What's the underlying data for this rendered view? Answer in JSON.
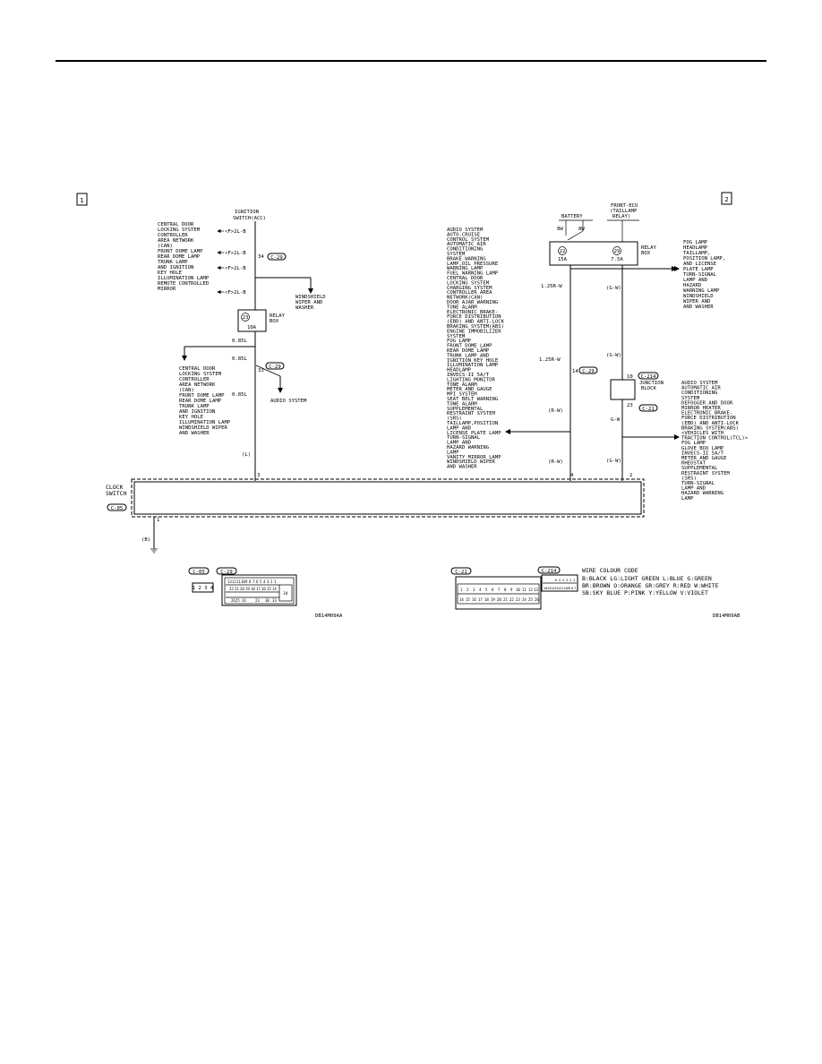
{
  "page": {
    "section_left": "1",
    "section_right": "2"
  },
  "left": {
    "ignition_label": [
      "IGNITION",
      "SWITCH(ACC)"
    ],
    "fusible_label": "<F>2L-B",
    "connector_c29": "C-29",
    "pin_34": "34",
    "pin_33": "33",
    "pin_3": "3",
    "relay_box_fuse": "23",
    "relay_box_amp": "10A",
    "relay_box_label": [
      "RELAY",
      "BOX"
    ],
    "wire_085l": "0.85L",
    "wire_l": "(L)",
    "wire_b": "(B)",
    "windshield": [
      "WINDSHIELD",
      "WIPER AND",
      "WASHER"
    ],
    "audio_system": "AUDIO SYSTEM",
    "list_top": [
      "CENTRAL DOOR",
      "LOCKING SYSTEM",
      "CONTROLLER",
      "AREA NETWORK",
      "(CAN)",
      "FRONT DOME LAMP",
      "REAR DOME LAMP",
      "TRUNK LAMP",
      "AND IGNITION",
      "KEY HOLE",
      "ILLUMINATION LAMP",
      "REMOTE CONTROLLED",
      "MIRROR"
    ],
    "list_bottom": [
      "CENTRAL DOOR",
      "LOCKING SYSTEM",
      "CONTROLLER",
      "AREA NETWORK",
      "(CAN)",
      "FRONT DOME LAMP",
      "REAR DOME LAMP",
      "TRUNK LAMP",
      "AND IGNITION",
      "KEY HOLE",
      "ILLUMINATION LAMP",
      "WINDSHIELD WIPER",
      "AND WASHER"
    ]
  },
  "clock": {
    "label": [
      "CLOCK",
      "SWITCH"
    ],
    "connector": "C-05",
    "pin_1": "1",
    "pin_4": "4",
    "pin_2": "2"
  },
  "right": {
    "battery": "BATTERY",
    "front_ecu": [
      "FRONT-ECU",
      "(TAILLAMP",
      "RELAY)"
    ],
    "w8w_1": "8W",
    "w8w_2": "8W",
    "fuse_22": "22",
    "fuse_22_amp": "15A",
    "fuse_29": "29",
    "fuse_29_amp": "7.5A",
    "relay_box_label": [
      "RELAY",
      "BOX"
    ],
    "wire_125rw": "1.25R-W",
    "wire_rw": "(R-W)",
    "wire_gw": "(G-W)",
    "wire_gw_plain": "G-W",
    "pin_14": "14",
    "pin_10": "10",
    "pin_23": "23",
    "conn_c29": "C-29",
    "conn_c214": "C-214",
    "conn_c21": "C-21",
    "junction": [
      "JUNCTION",
      "BLOCK"
    ],
    "list_center": [
      "AUDIO SYSTEM",
      "AUTO-CRUISE",
      "CONTROL SYSTEM",
      "AUTOMATIC AIR",
      "CONDITIONING",
      "SYSTEM",
      "BRAKE WARNING",
      "LAMP,OIL PRESSURE",
      "WARNING LAMP",
      "FUEL WARNING LAMP",
      "CENTRAL DOOR",
      "LOCKING SYSTEM",
      "CHARGING SYSTEM",
      "CONTROLLER AREA",
      "NETWORK(CAN)",
      "DOOR AJAR WARNING",
      "TONE ALARM",
      "ELECTRONIC BRAKE-",
      "FORCE DISTRIBUTION",
      "(EBD) AND ANTI-LOCK",
      "BRAKING SYSTEM(ABS)",
      "ENGINE IMMOBILIZER",
      "SYSTEM",
      "FOG LAMP",
      "FRONT DOME LAMP",
      "REAR DOME LAMP",
      "TRUNK LAMP AND",
      "IGNITION KEY HOLE",
      "ILLUMINATION LAMP",
      "HEADLAMP",
      "INVECS-II 5A/T",
      "LIGHTING MONITOR",
      "TONE ALARM",
      "METER AND GAUGE",
      "MPI SYSTEM",
      "SEAT BELT WARNING",
      "TONE ALARM",
      "SUPPLEMENTAL",
      "RESTRAINT SYSTEM",
      "(SRS)",
      "TAILLAMP,POSITION",
      "LAMP AND",
      "LICENSE PLATE LAMP",
      "TURN-SIGNAL",
      "LAMP AND",
      "HAZARD WARNING",
      "LAMP",
      "VANITY MIRROR LAMP",
      "WINDSHIELD WIPER",
      "AND WASHER"
    ],
    "list_right_top": [
      "FOG LAMP",
      "HEADLAMP",
      "TAILLAMP,",
      "POSITION LAMP,",
      "AND LICENSE",
      "PLATE LAMP",
      "TURN-SIGNAL",
      "LAMP AND",
      "HAZARD",
      "WARNING LAMP",
      "WINDSHIELD",
      "WIPER AND",
      "AND WASHER"
    ],
    "list_right_mid": [
      "AUDIO SYSTEM",
      "AUTOMATIC AIR",
      "CONDITIONING",
      "SYSTEM",
      "DEFOGGER AND DOOR",
      "MIRROR HEATER",
      "ELECTRONIC BRAKE-",
      "FORCE DISTRIBUTION",
      "(EBD) AND ANTI-LOCK",
      "BRAKING SYSTEM(ABS)",
      "<VEHICLES WITH",
      "TRACTION CONTROL(TCL)>",
      "FOG LAMP",
      "GLOVE BOX LAMP",
      "INVECS-II 5A/T",
      "METER AND GAUGE",
      "RHEOSTAT",
      "SUPPLEMENTAL",
      "RESTRAINT SYSTEM",
      "(SRS)",
      "TURN-SIGNAL",
      "LAMP AND",
      "HAZARD WARNING",
      "LAMP"
    ]
  },
  "connectors": {
    "c05": "C-05",
    "c29": "C-29",
    "c21": "C-21",
    "c214": "C-214",
    "c05_pins": "1 2 3 4",
    "c29_row1": [
      "13",
      "12",
      "11",
      "10",
      "9",
      "8",
      "7",
      "6",
      "5",
      "4",
      "3",
      "2",
      "1"
    ],
    "c29_row2": [
      "22",
      "21",
      "20",
      "19",
      "18",
      "17",
      "16",
      "15",
      "14"
    ],
    "c29_row3": [
      "26",
      "25",
      "24",
      "23",
      "30",
      "33"
    ],
    "c29_big": "34",
    "c21_row1": [
      "1",
      "2",
      "3",
      "4",
      "5",
      "6",
      "7",
      "8",
      "9",
      "10",
      "11",
      "12",
      "13"
    ],
    "c21_row2": [
      "14",
      "15",
      "16",
      "17",
      "18",
      "19",
      "20",
      "21",
      "22",
      "23",
      "24",
      "25",
      "26"
    ],
    "c214_row1": [
      "6",
      "5",
      "4",
      "3",
      "2",
      "1"
    ],
    "c214_row2": [
      "16",
      "15",
      "14",
      "13",
      "12",
      "11",
      "10",
      "9",
      "8",
      "7"
    ]
  },
  "legend": {
    "title": "WIRE COLOUR CODE",
    "line1": "B:BLACK  LG:LIGHT GREEN  L:BLUE  G:GREEN",
    "line2": "BR:BROWN  O:ORANGE  GR:GREY  R:RED  W:WHITE",
    "line3": "SB:SKY BLUE  P:PINK  Y:YELLOW  V:VIOLET"
  },
  "codes": {
    "left": "DB14M09AA",
    "right": "DB14M09AB"
  }
}
